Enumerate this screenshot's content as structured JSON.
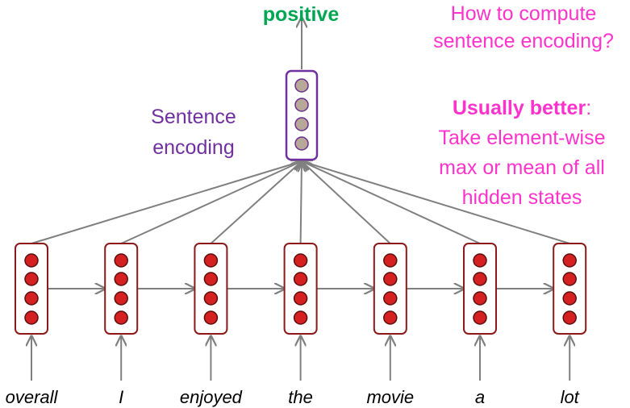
{
  "output_label": "positive",
  "sentence_label_lines": [
    "Sentence",
    "encoding"
  ],
  "question_lines": [
    "How to compute",
    "sentence encoding?"
  ],
  "answer": {
    "lead": "Usually better",
    "lead_suffix": ":",
    "lines": [
      "Take element-wise",
      "max or mean of all",
      "hidden states"
    ]
  },
  "words": [
    "overall",
    "I",
    "enjoyed",
    "the",
    "movie",
    "a",
    "lot"
  ],
  "colors": {
    "output_label": "#00a651",
    "sentence_label": "#7030a0",
    "annotation": "#ff33cc",
    "rnn_box": "#8b1a1a",
    "rnn_circle": "#d42020",
    "encoding_box": "#7030a0",
    "encoding_circle": "#b8a89a",
    "arrow": "#808080"
  },
  "icons": {
    "hidden_state": "vertical-box-of-4-circles",
    "sentence_encoding": "vertical-box-of-4-circles"
  }
}
